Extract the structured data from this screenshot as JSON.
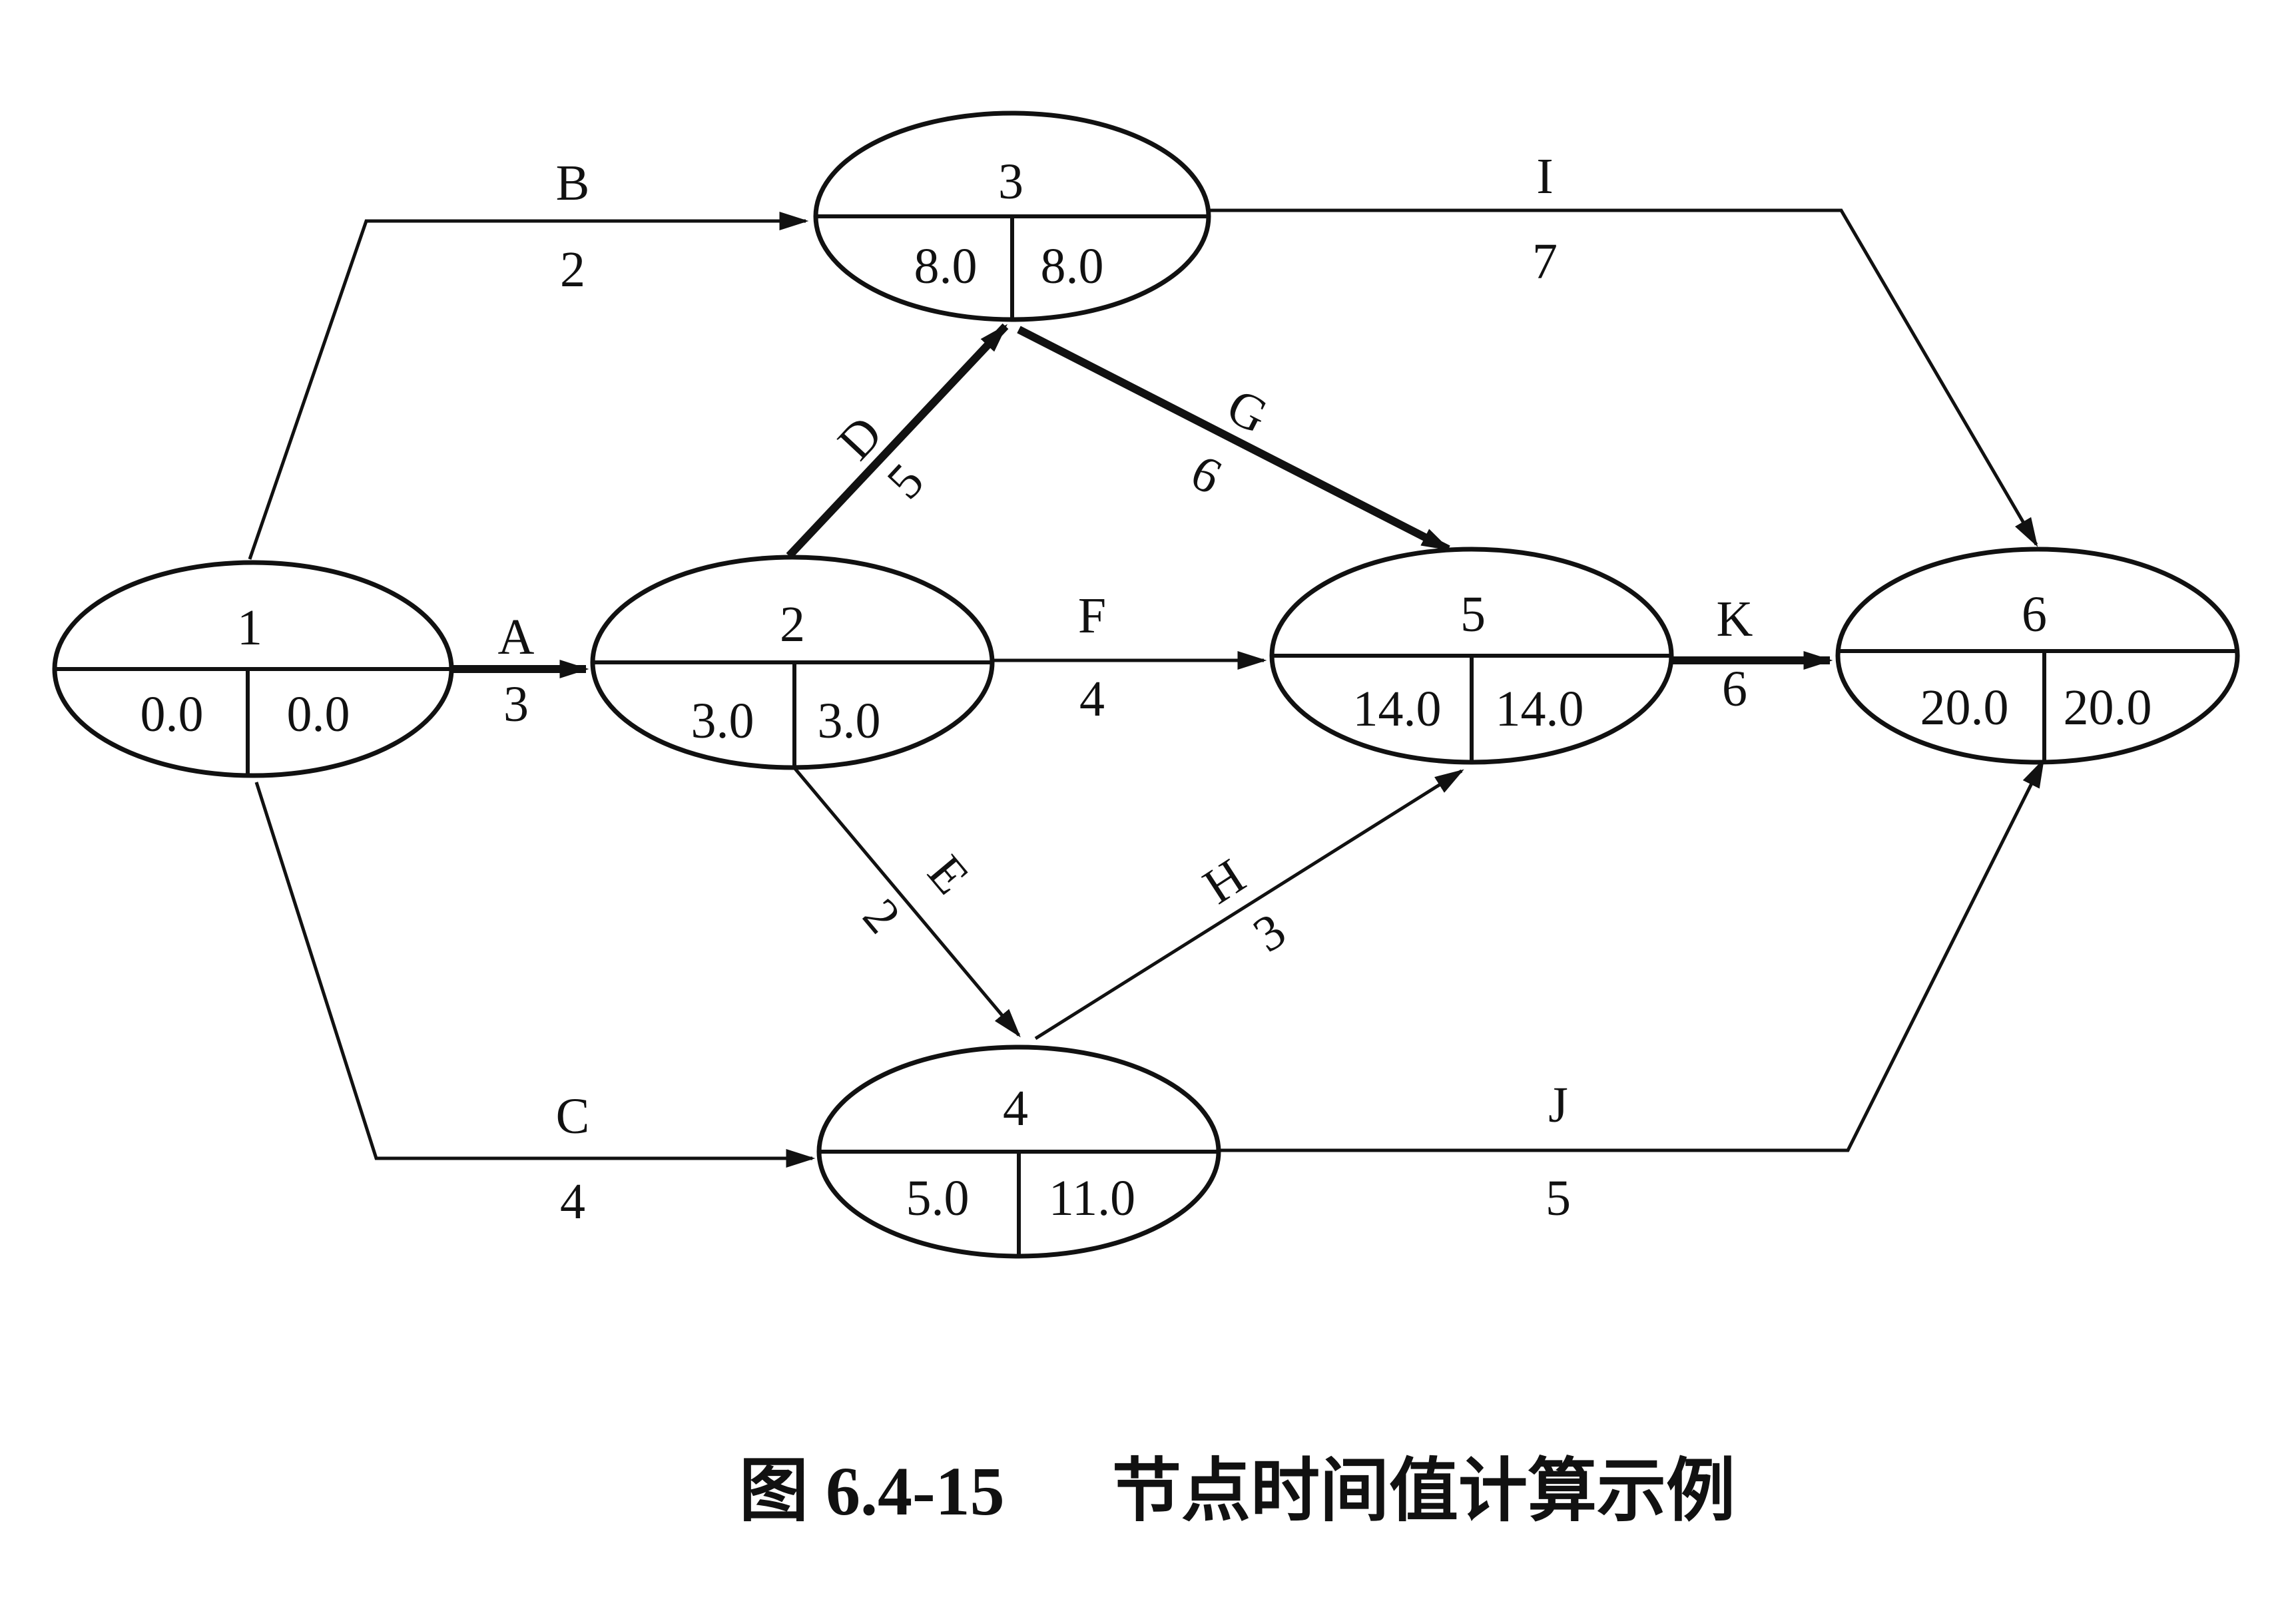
{
  "caption": {
    "figure_no": "图 6.4-15",
    "title": "节点时间值计算示例"
  },
  "nodes": [
    {
      "id": "1",
      "left_value": "0.0",
      "right_value": "0.0"
    },
    {
      "id": "2",
      "left_value": "3.0",
      "right_value": "3.0"
    },
    {
      "id": "3",
      "left_value": "8.0",
      "right_value": "8.0"
    },
    {
      "id": "4",
      "left_value": "5.0",
      "right_value": "11.0"
    },
    {
      "id": "5",
      "left_value": "14.0",
      "right_value": "14.0"
    },
    {
      "id": "6",
      "left_value": "20.0",
      "right_value": "20.0"
    }
  ],
  "activities": [
    {
      "name": "A",
      "duration": "3",
      "from": "1",
      "to": "2",
      "critical": true
    },
    {
      "name": "B",
      "duration": "2",
      "from": "1",
      "to": "3",
      "critical": false
    },
    {
      "name": "C",
      "duration": "4",
      "from": "1",
      "to": "4",
      "critical": false
    },
    {
      "name": "D",
      "duration": "5",
      "from": "2",
      "to": "3",
      "critical": true
    },
    {
      "name": "E",
      "duration": "2",
      "from": "2",
      "to": "4",
      "critical": false
    },
    {
      "name": "F",
      "duration": "4",
      "from": "2",
      "to": "5",
      "critical": false
    },
    {
      "name": "G",
      "duration": "6",
      "from": "3",
      "to": "5",
      "critical": true
    },
    {
      "name": "H",
      "duration": "3",
      "from": "4",
      "to": "5",
      "critical": false
    },
    {
      "name": "I",
      "duration": "7",
      "from": "3",
      "to": "6",
      "critical": false
    },
    {
      "name": "J",
      "duration": "5",
      "from": "4",
      "to": "6",
      "critical": false
    },
    {
      "name": "K",
      "duration": "6",
      "from": "5",
      "to": "6",
      "critical": true
    }
  ]
}
